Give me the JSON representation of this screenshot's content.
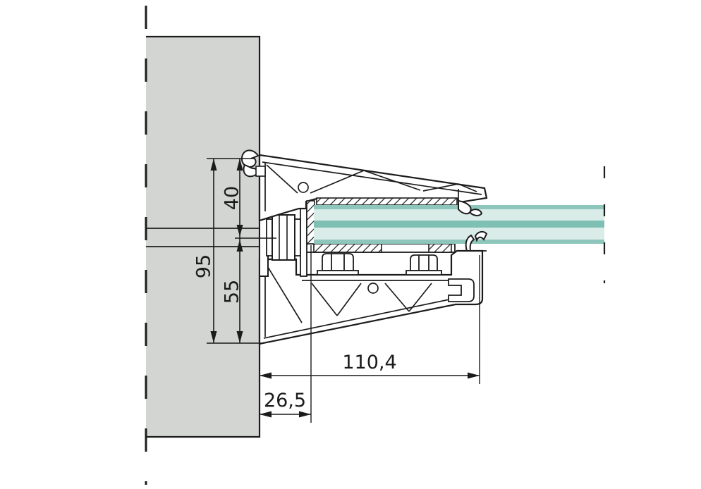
{
  "drawing": {
    "description": "Wall-mounted glass canopy bracket cross-section detail",
    "dimensions": {
      "d95": "95",
      "d40": "40",
      "d55": "55",
      "d110": "110,4",
      "d26": "26,5"
    },
    "colors": {
      "wall_fill": "#d3d5d3",
      "line": "#1c1c1c",
      "glass_edge": "#8fc6bb",
      "glass_pane": "#d9ece8",
      "glass_interlayer": "#7fc0b5"
    }
  }
}
